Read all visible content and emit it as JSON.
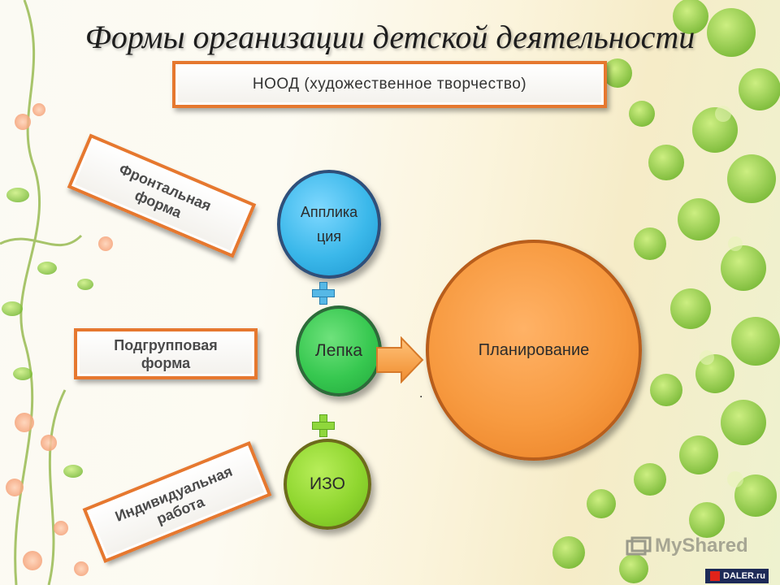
{
  "title": "Формы организации детской деятельности",
  "nood_label": "НООД (художественное творчество)",
  "forms": {
    "frontal_line1": "Фронтальная",
    "frontal_line2": "форма",
    "subgroup_line1": "Подгрупповая",
    "subgroup_line2": "форма",
    "individual_line1": "Индивидуальная",
    "individual_line2": "работа"
  },
  "activities": {
    "applique_line1": "Апплика",
    "applique_line2": "ция",
    "modeling": "Лепка",
    "drawing": "ИЗО"
  },
  "planning": "Планирование",
  "dot": ".",
  "icons": {
    "plus": "plus-icon",
    "arrow": "arrow-right-icon"
  },
  "watermark": "MyShared",
  "badge": "DALER.ru",
  "colors": {
    "box_border": "#e6782f",
    "applique": "#3bb8ea",
    "modeling": "#37c850",
    "drawing": "#8fd62f",
    "planning": "#f79a40",
    "arrow": "#f4a34a"
  }
}
